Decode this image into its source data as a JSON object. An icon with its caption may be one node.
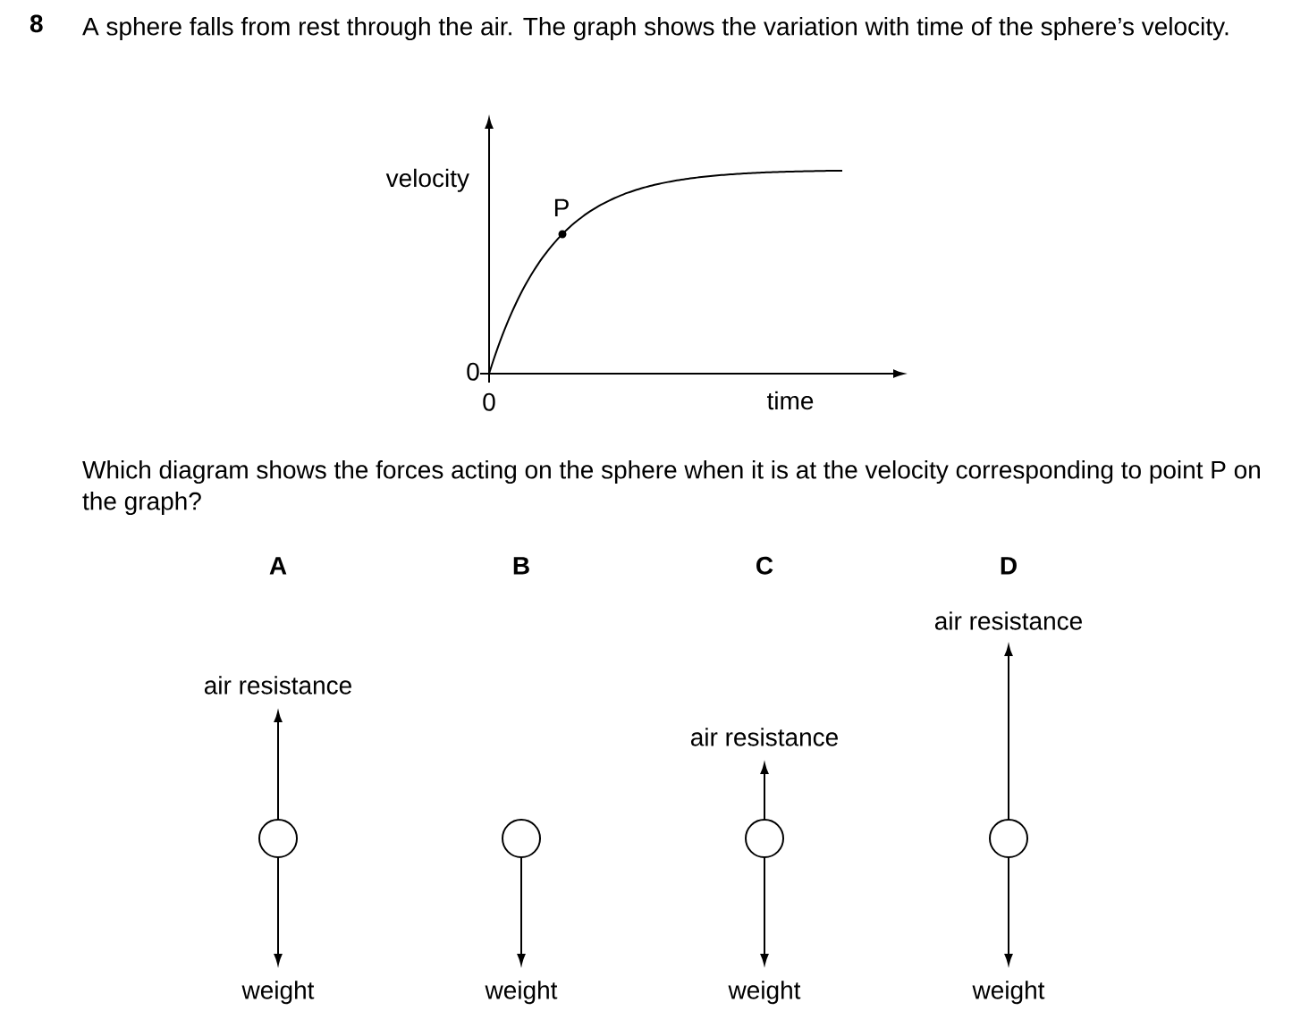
{
  "diagram": {
    "labels": [
      "8",
      "A sphere falls from rest through the air. The graph shows the variation with time of the sphere’s velocity.",
      "velocity",
      "P",
      "0",
      "0",
      "time",
      "Which diagram shows the forces acting on the sphere when it is at the velocity corresponding to point P on the graph?",
      "A",
      "B",
      "C",
      "D",
      "air resistance",
      "air resistance",
      "air resistance",
      "weight",
      "weight",
      "weight",
      "weight"
    ]
  }
}
